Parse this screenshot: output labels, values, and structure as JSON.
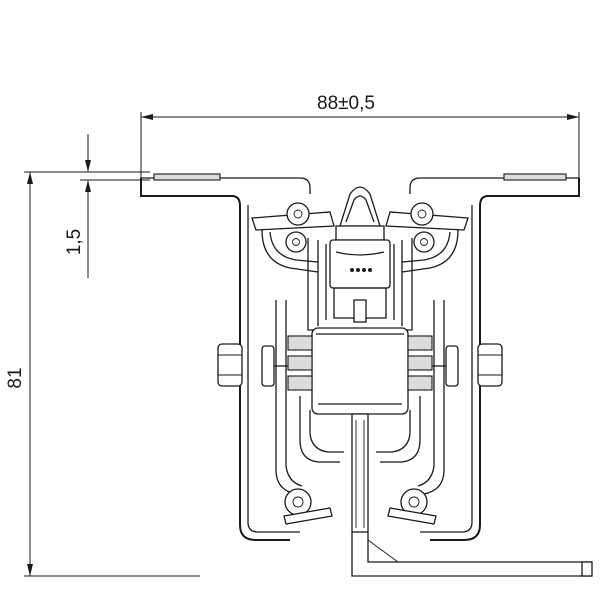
{
  "dimensions": {
    "width_label": "88±0,5",
    "thickness_label": "1,5",
    "height_label": "81"
  },
  "colors": {
    "line": "#1a1a1a",
    "background": "#ffffff"
  }
}
